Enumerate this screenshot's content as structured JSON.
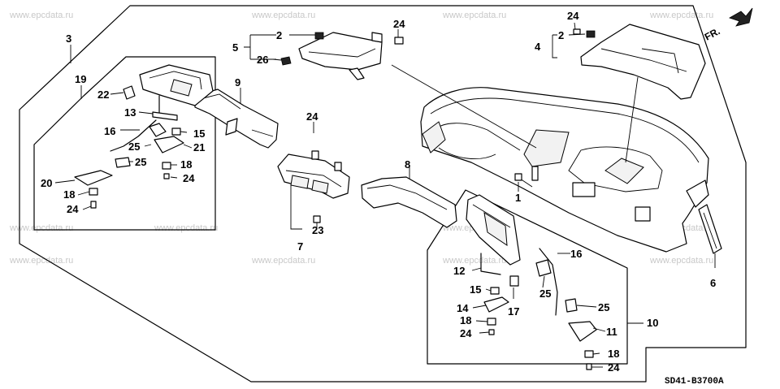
{
  "diagram": {
    "code": "SD41-B3700A",
    "direction_label": "FR.",
    "watermark": "www.epcdata.ru",
    "callouts": {
      "c1": "1",
      "c2a": "2",
      "c2b": "2",
      "c3": "3",
      "c4": "4",
      "c5": "5",
      "c6": "6",
      "c7": "7",
      "c8": "8",
      "c9": "9",
      "c10": "10",
      "c11": "11",
      "c12": "12",
      "c13": "13",
      "c14": "14",
      "c15a": "15",
      "c15b": "15",
      "c16a": "16",
      "c16b": "16",
      "c17": "17",
      "c18a": "18",
      "c18b": "18",
      "c18c": "18",
      "c18d": "18",
      "c19": "19",
      "c20": "20",
      "c21": "21",
      "c22": "22",
      "c23": "23",
      "c24a": "24",
      "c24b": "24",
      "c24c": "24",
      "c24d": "24",
      "c24e": "24",
      "c24f": "24",
      "c24g": "24",
      "c25a": "25",
      "c25b": "25",
      "c25c": "25",
      "c25d": "25",
      "c26": "26"
    }
  }
}
